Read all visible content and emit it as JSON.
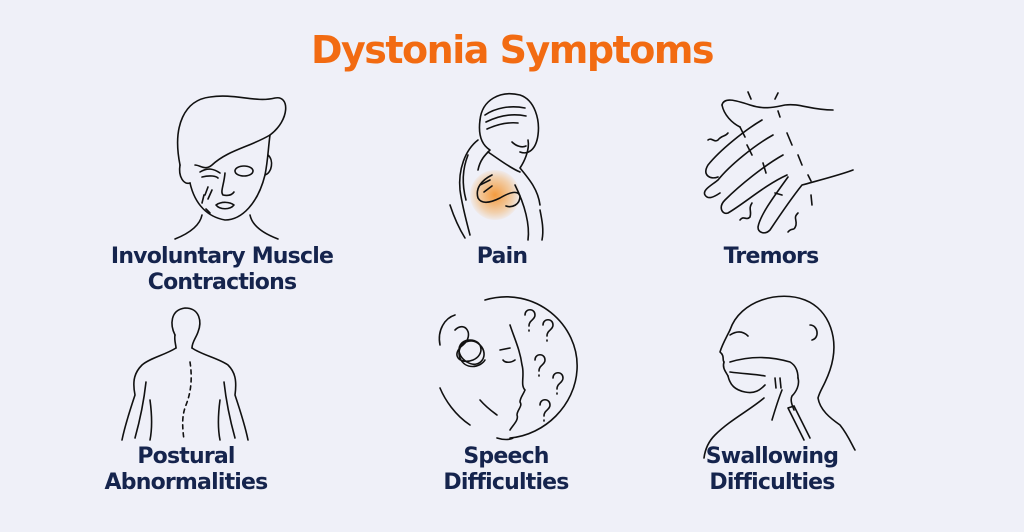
{
  "title": "Dystonia Symptoms",
  "colors": {
    "background": "#eff0f8",
    "title": "#f26b12",
    "label": "#15244d",
    "pain_glow": "#f5a030",
    "line": "#111111"
  },
  "symptoms": [
    {
      "icon": "face-contraction-icon",
      "line1": "Involuntary Muscle",
      "line2": "Contractions"
    },
    {
      "icon": "shoulder-pain-icon",
      "line1": "Pain",
      "line2": ""
    },
    {
      "icon": "shaking-hand-icon",
      "line1": "Tremors",
      "line2": ""
    },
    {
      "icon": "curved-spine-icon",
      "line1": "Postural",
      "line2": "Abnormalities"
    },
    {
      "icon": "confused-head-icon",
      "line1": "Speech",
      "line2": "Difficulties"
    },
    {
      "icon": "throat-swallow-icon",
      "line1": "Swallowing",
      "line2": "Difficulties"
    }
  ]
}
